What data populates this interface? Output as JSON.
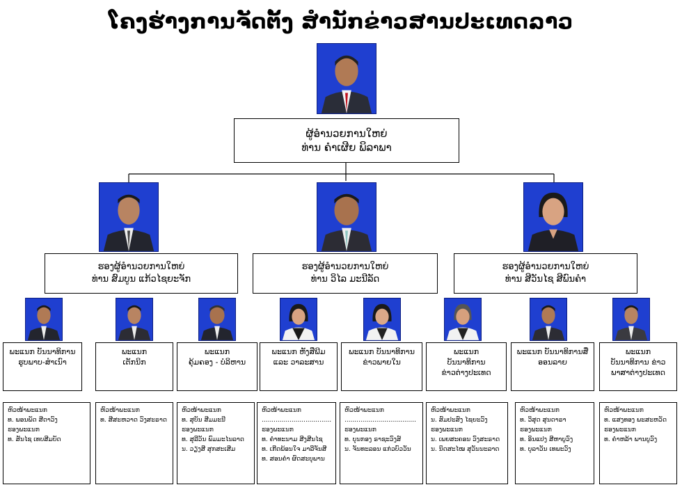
{
  "title": "ໂຄງຮ່າງການຈັດຕັ້ງ ສຳນັກຂ່າວສານປະເທດລາວ",
  "director": {
    "line1": "ຜູ້ອຳນວຍການໃຫຍ່",
    "line2": "ທ່ານ ຄຳເຜີຍ ພິລາພາ"
  },
  "deputies": [
    {
      "line1": "ຮອງຜູ້ອຳນວຍການໃຫຍ່",
      "line2": "ທ່ານ ສົມບູນ ແກ້ວໄຊຍະຈັກ"
    },
    {
      "line1": "ຮອງຜູ້ອຳນວຍການໃຫຍ່",
      "line2": "ທ່ານ ວິໄລ ມະນີລັດ"
    },
    {
      "line1": "ຮອງຜູ້ອຳນວຍການໃຫຍ່",
      "line2": "ທ່ານ ສີວັນໄຊ ສີພົນຄຳ"
    }
  ],
  "departments": [
    {
      "lines": [
        "ພະແນກ ບັນນາທິການ",
        "ຮູບພາບ-ສຳເນົາ"
      ],
      "staff": [
        "ຫົວໜ້າພະແນກ",
        "ທ. ພອນພັດ ສີດາວົງ",
        "ຮອງພະແນກ",
        "ທ. ສັນໄຊ ເທບສີມບັດ"
      ]
    },
    {
      "lines": [
        "ພະແນກ",
        "ເຕັກນິກ"
      ],
      "staff": [
        "ຫົວໜ້າພະແນກ",
        "ທ. ສີສະຫວາດ ວົງສະຣາດ"
      ]
    },
    {
      "lines": [
        "ພະແນກ",
        "ຄຸ້ມຄອງ - ບໍລິຫານ"
      ],
      "staff": [
        "ຫົວໜ້າພະແນກ",
        "ທ. ສຸບັນ ສີມມະນີ",
        "ຮອງພະແນກ",
        "ທ. ສຸລີວັນ ພົມມະໄນລາດ",
        "ນ. ວຽງສີ ສຸກສະເສີມ"
      ]
    },
    {
      "lines": [
        "ພະແນກ ຫັງສືພີມ",
        "ແລະ ວາລະສານ"
      ],
      "staff": [
        "ຫົວໜ້າພະແນກ",
        "....................................",
        "ຮອງພະແນກ",
        "ທ. ຄຳທະນາມ ສີງສີນໄຊ",
        "ທ. ເກີດພ້ອນໃຈ ມາລີຈັນສີ",
        "ທ. ສອນຄຳ ຜົດສະບຸພານ"
      ]
    },
    {
      "lines": [
        "ພະແນກ ບັນນາທິການ",
        "ຂ່າວພາຍໃນ"
      ],
      "staff": [
        "ຫົວໜ້າພະແນກ",
        "....................................",
        "ຮອງພະແນກ",
        "ທ. ບຸນກອງ ຣາຊະວົງສ໌",
        "ນ. ຈັນທະລອນ ແກ່ວບົວວັນ"
      ]
    },
    {
      "lines": [
        "ພະແນກ",
        "ບັນນາທິການ",
        "ຂ່າວຕ່າງປະເທດ"
      ],
      "staff": [
        "ຫົວໜ້າພະແນກ",
        "ນ. ສົມປະສົງ ໄຊຍະວົງ",
        "ຮອງພະແນກ",
        "ນ. ເພຍສະຄອນ ວົງສະຣາດ",
        "ນ. ນິດສະໄໝ ສຸວັນນະລາດ"
      ]
    },
    {
      "lines": [
        "ພະແນກ ບັນນາທິການສື່",
        "ອອນລາຍ"
      ],
      "staff": [
        "ຫົວໜ້າພະແນກ",
        "ທ. ວິສຸດ ສຸນດາຣາ",
        "ຮອງພະແນກ",
        "ທ. ອິນແປງ ສີຫາບູວົງ",
        "ທ. ບຸລາວັນ ເທພະວົງ"
      ]
    },
    {
      "lines": [
        "ພະແນກ",
        "ບັນນາທິການ ຂ່າວ",
        "ພາສາຕ່າງປະເທດ"
      ],
      "staff": [
        "ຫົວໜ້າພະແນກ",
        "ທ. ແສງທອງ ພະສະຫວັດ",
        "ຮອງພະແນກ",
        "ທ. ຄຳຫລ້າ ພານບູວົງ"
      ]
    }
  ],
  "colors": {
    "photo_bg": "#1f3fd0",
    "line": "#000000"
  }
}
